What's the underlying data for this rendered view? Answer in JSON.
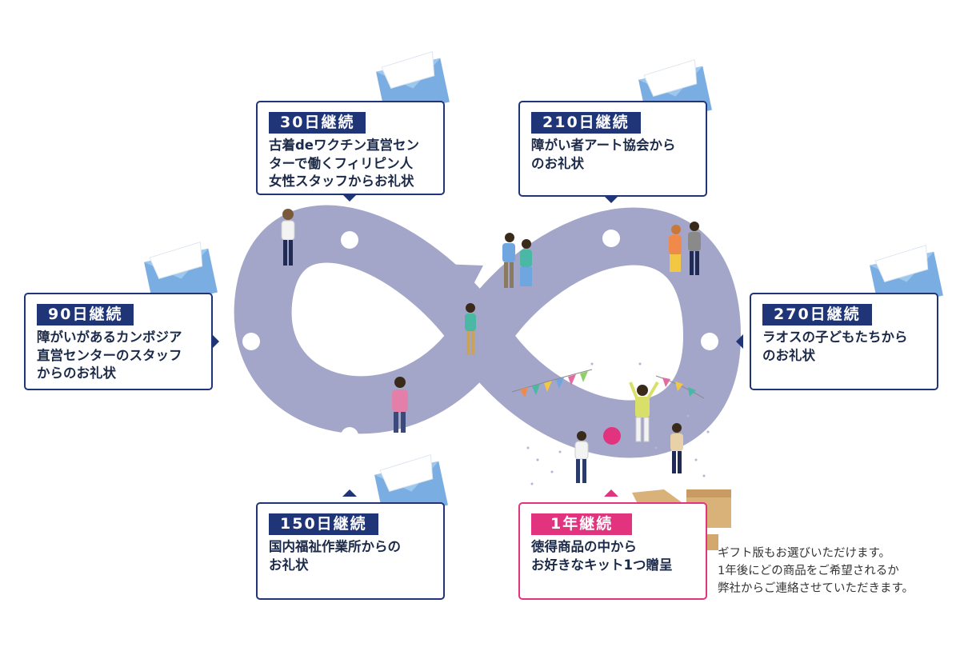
{
  "milestones": [
    {
      "badge": "30日継続",
      "text": "古着deワクチン直営セン\nターで働くフィリピン人\n女性スタッフからお礼状"
    },
    {
      "badge": "210日継続",
      "text": "障がい者アート協会から\nのお礼状"
    },
    {
      "badge": "90日継続",
      "text": "障がいがあるカンボジア\n直営センターのスタッフ\nからのお礼状"
    },
    {
      "badge": "270日継続",
      "text": "ラオスの子どもたちから\nのお礼状"
    },
    {
      "badge": "150日継続",
      "text": "国内福祉作業所からの\nお礼状"
    },
    {
      "badge": "1年継続",
      "text": "徳得商品の中から\nお好きなキット1つ贈呈"
    }
  ],
  "note": "ギフト版もお選びいただけます。\n1年後にどの商品をご希望されるか\n弊社からご連絡させていただきます。",
  "colors": {
    "loop": "#a3a6c8",
    "navy": "#1f3577",
    "pink": "#e2337e",
    "envelope": "#7aaee2"
  },
  "icons": [
    "envelope-icon",
    "cardboard-box-icon",
    "person-icon",
    "bunting-flags-icon"
  ]
}
